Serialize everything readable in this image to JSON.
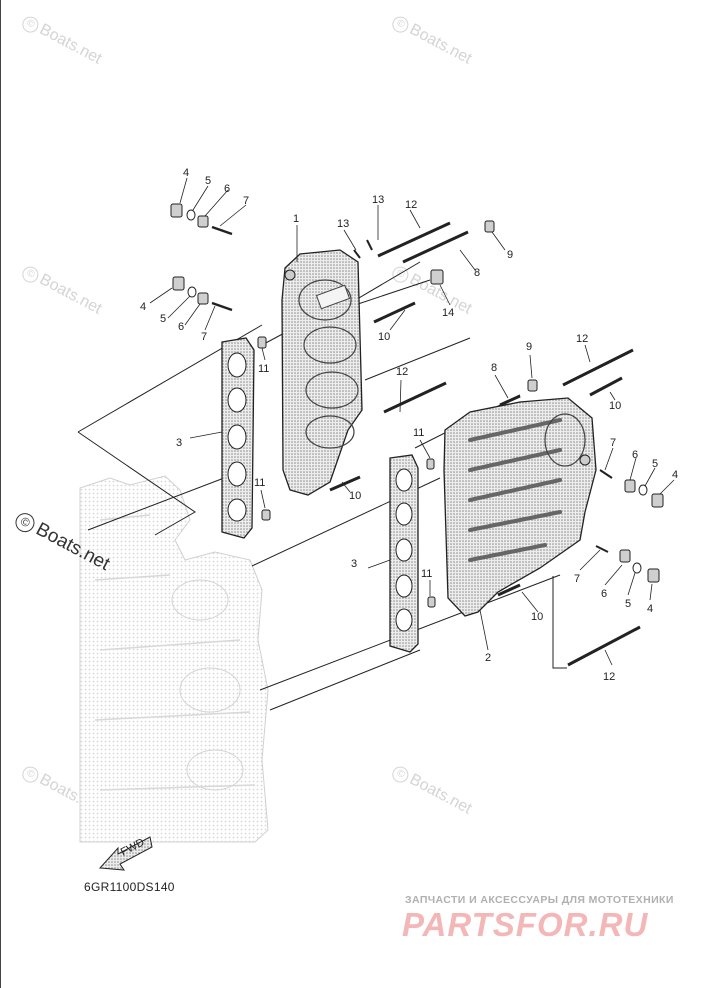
{
  "watermark": {
    "symbol": "©",
    "text": "Boats.net"
  },
  "diagram_code": "6GR1100DS140",
  "brand": {
    "tagline": "ЗАПЧАСТИ И АКСЕССУАРЫ ДЛЯ МОТОТЕХНИКИ",
    "name": "PARTSFOR.RU"
  },
  "fwd_label": "FWD",
  "callouts": {
    "c1": "1",
    "c2": "2",
    "c3a": "3",
    "c3b": "3",
    "c4a": "4",
    "c4b": "4",
    "c4c": "4",
    "c4d": "4",
    "c5a": "5",
    "c5b": "5",
    "c5c": "5",
    "c5d": "5",
    "c6a": "6",
    "c6b": "6",
    "c6c": "6",
    "c6d": "6",
    "c7a": "7",
    "c7b": "7",
    "c7c": "7",
    "c7d": "7",
    "c8a": "8",
    "c8b": "8",
    "c9a": "9",
    "c9b": "9",
    "c10a": "10",
    "c10b": "10",
    "c10c": "10",
    "c10d": "10",
    "c11a": "11",
    "c11b": "11",
    "c11c": "11",
    "c11d": "11",
    "c12a": "12",
    "c12b": "12",
    "c12c": "12",
    "c12d": "12",
    "c13a": "13",
    "c13b": "13",
    "c14": "14"
  },
  "colors": {
    "line": "#222222",
    "part_fill": "#e9e9e9",
    "part_shade": "#9a9a9a",
    "ghost": "#dcdcdc",
    "brand": "#f3b7b7"
  }
}
